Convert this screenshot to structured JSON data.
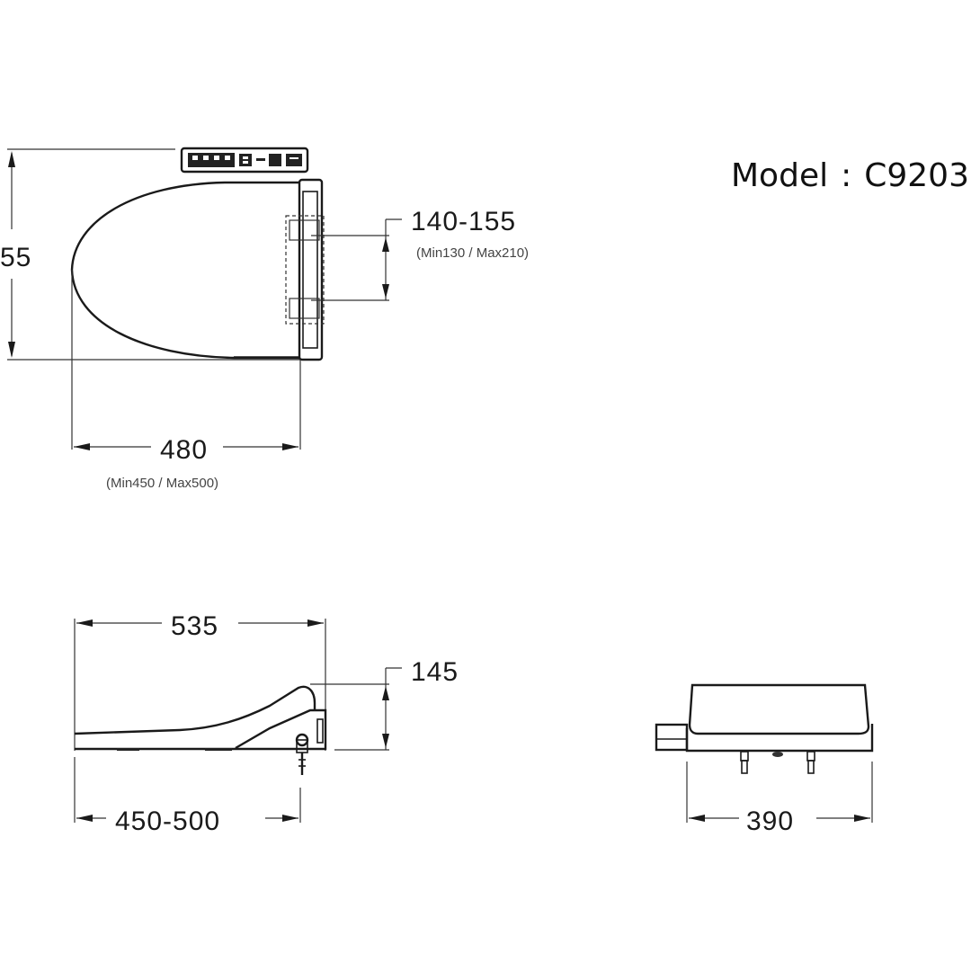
{
  "model": {
    "label": "Model",
    "separator": ":",
    "code": "C9203"
  },
  "top_view": {
    "width_dimension": "55",
    "bolt_spacing": "140-155",
    "bolt_spacing_range": "(Min130 / Max210)",
    "seat_length": "480",
    "seat_length_range": "(Min450 / Max500)"
  },
  "side_view": {
    "overall_length": "535",
    "height": "145",
    "bolt_to_front": "450-500"
  },
  "rear_view": {
    "overall_width": "390"
  },
  "colors": {
    "line": "#1a1a1a",
    "background": "#ffffff"
  }
}
